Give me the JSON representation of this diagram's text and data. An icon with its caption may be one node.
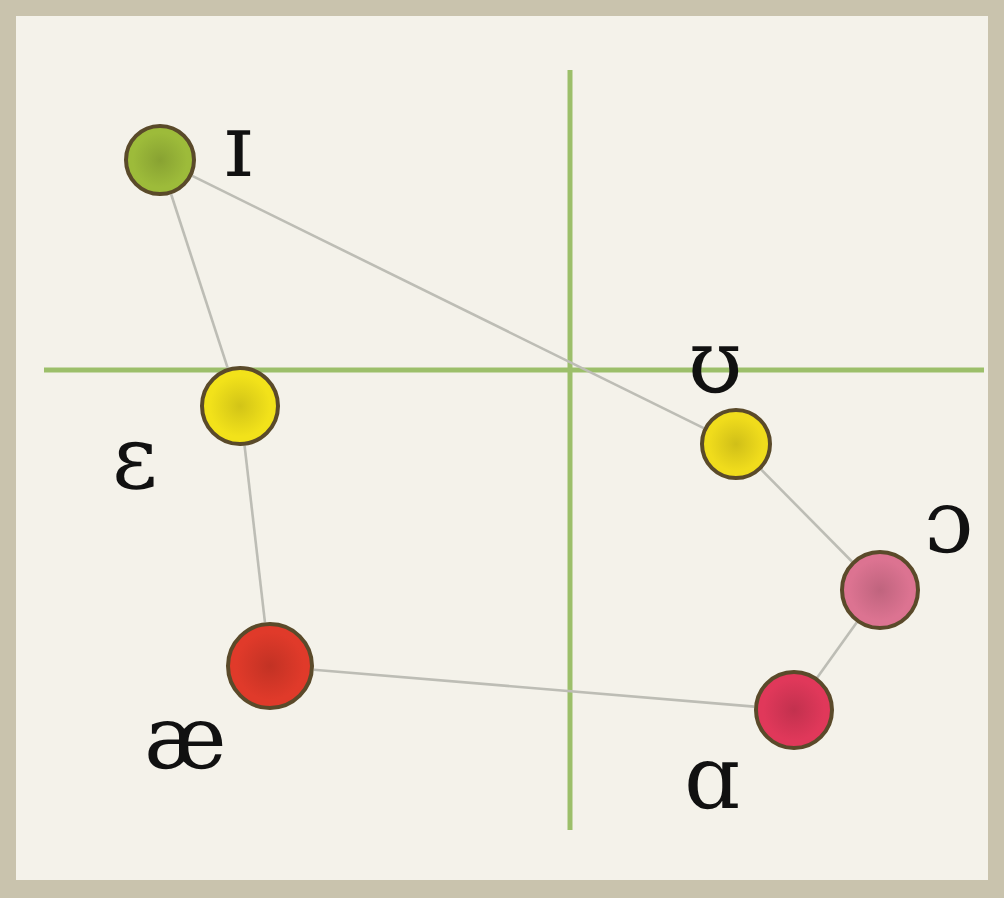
{
  "diagram": {
    "nodes": [
      {
        "text": [],
        "shape": "circle",
        "beside": [
          "ɪ"
        ]
      },
      {
        "text": [],
        "shape": "circle",
        "beside": [
          "ɛ"
        ]
      },
      {
        "text": [],
        "shape": "circle",
        "beside": [
          "æ"
        ]
      },
      {
        "text": [],
        "shape": "circle",
        "beside": [
          "ʊ"
        ]
      },
      {
        "text": [],
        "shape": "circle",
        "beside": [
          "ɔ"
        ]
      },
      {
        "text": [],
        "shape": "circle",
        "beside": [
          "ɑ"
        ]
      }
    ],
    "edges": [
      {
        "from": 0,
        "to": 1,
        "arrow": "none"
      },
      {
        "from": 0,
        "to": 3,
        "arrow": "none"
      },
      {
        "from": 1,
        "to": 2,
        "arrow": "none"
      },
      {
        "from": 2,
        "to": 5,
        "arrow": "none"
      },
      {
        "from": 5,
        "to": 4,
        "arrow": "none"
      },
      {
        "from": 4,
        "to": 3,
        "arrow": "none"
      }
    ]
  }
}
